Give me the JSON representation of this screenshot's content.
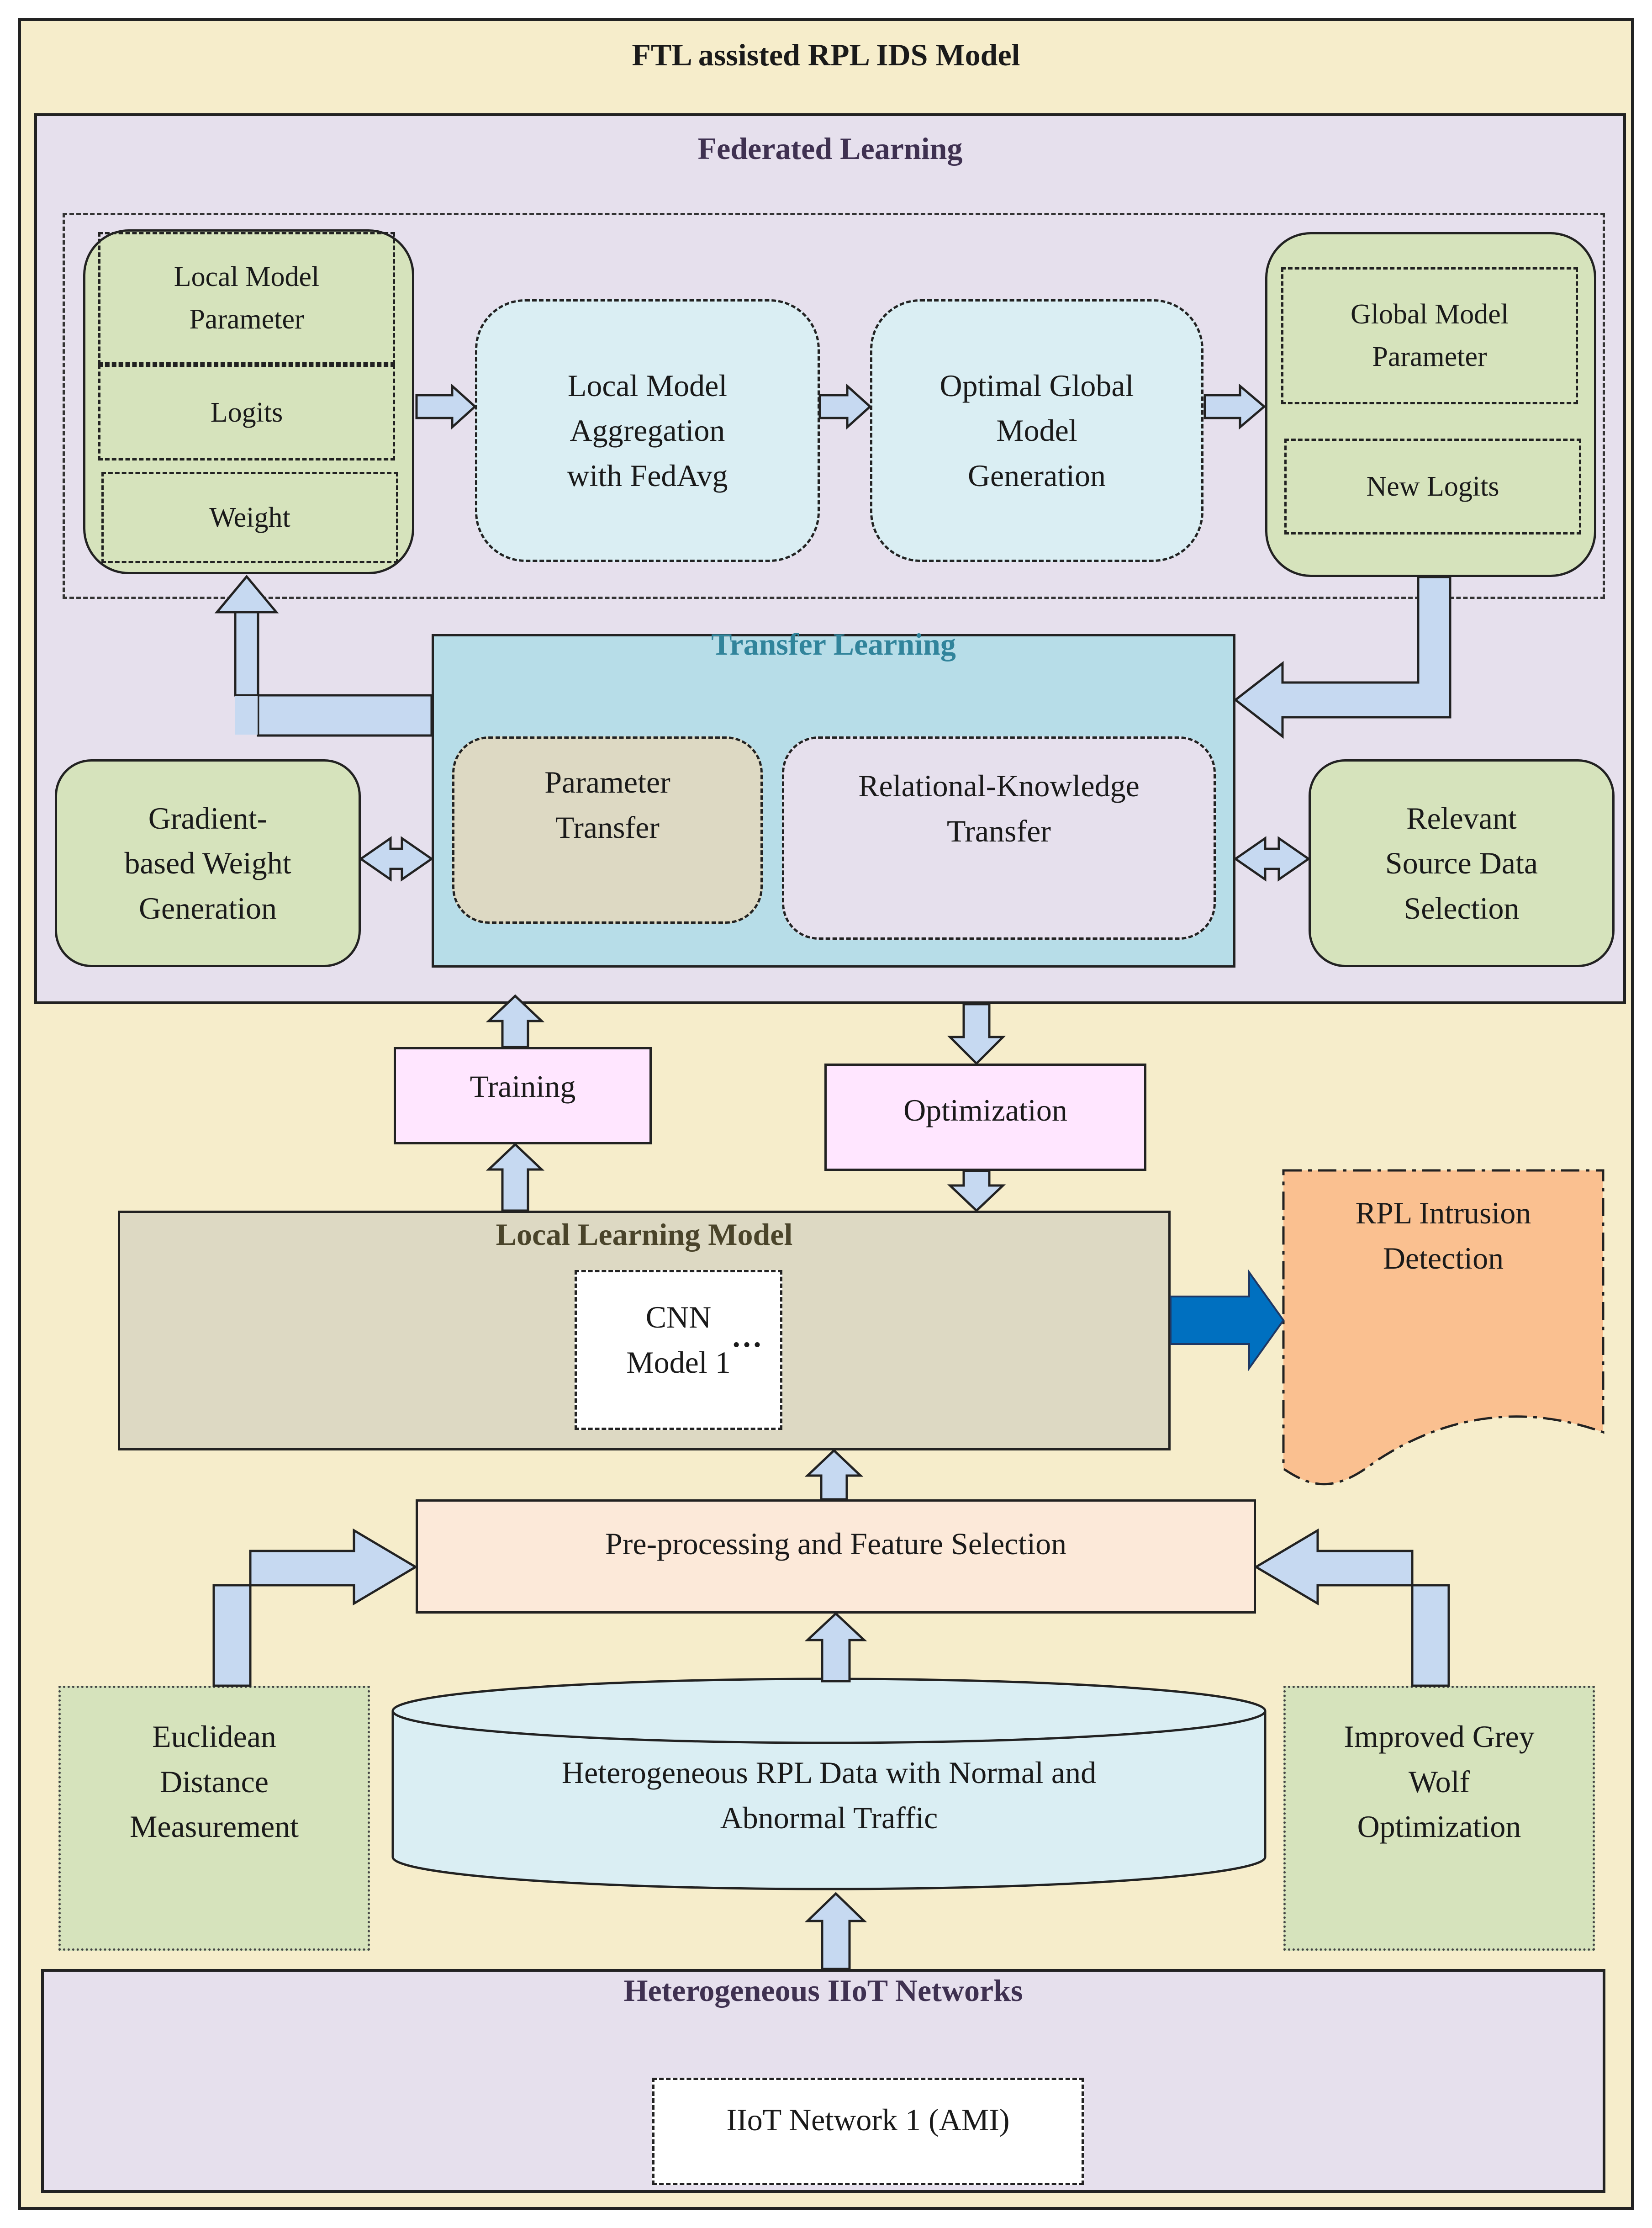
{
  "title": "FTL assisted RPL IDS Model",
  "federated_learning": {
    "title": "Federated Learning",
    "local_params": {
      "parameter": "Local Model\nParameter",
      "logits": "Logits",
      "weight": "Weight"
    },
    "aggregation": "Local Model\nAggregation\nwith FedAvg",
    "optimal_global": "Optimal Global\nModel\nGeneration",
    "global_params": {
      "parameter": "Global Model\nParameter",
      "new_logits": "New Logits"
    }
  },
  "transfer_learning": {
    "title": "Transfer Learning",
    "parameter_transfer": "Parameter\nTransfer",
    "relational_transfer": "Relational-Knowledge\nTransfer"
  },
  "gradient_weight": "Gradient-\nbased Weight\nGeneration",
  "relevant_source": "Relevant\nSource Data\nSelection",
  "training": "Training",
  "optimization": "Optimization",
  "local_learning": {
    "title": "Local Learning Model",
    "cnn": "CNN\nModel  1",
    "ellipsis": "…"
  },
  "rpl_detection": "RPL Intrusion\nDetection",
  "preprocessing": "Pre-processing and Feature Selection",
  "euclidean": "Euclidean\nDistance\nMeasurement",
  "grey_wolf": "Improved Grey\nWolf\nOptimization",
  "dataset": "Heterogeneous RPL Data with Normal and\nAbnormal Traffic",
  "iiot": {
    "title": "Heterogeneous IIoT Networks",
    "network": "IIoT Network 1 (AMI)"
  },
  "colors": {
    "background": "#f6edcb",
    "federated_panel": "#e6e0ed",
    "green_box": "#d6e3bc",
    "transfer_panel": "#b7dde8",
    "arrow_fill": "#c6d9f1",
    "detection_arrow": "#0070c0",
    "detection_doc": "#fac090"
  }
}
